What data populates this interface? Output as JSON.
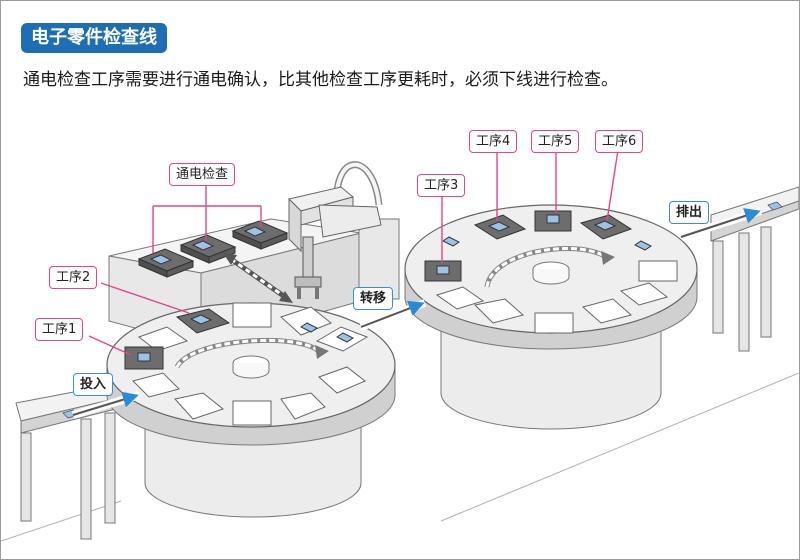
{
  "title": "电子零件检查线",
  "description": "通电检查工序需要进行通电确认，比其他检查工序更耗时，必须下线进行检查。",
  "labels": {
    "power_check": "通电检查",
    "process1": "工序1",
    "process2": "工序2",
    "process3": "工序3",
    "process4": "工序4",
    "process5": "工序5",
    "process6": "工序6",
    "input": "投入",
    "transfer": "转移",
    "output": "排出"
  },
  "colors": {
    "title_bg": "#1f6db3",
    "process_label_border": "#e0478c",
    "flow_label_border": "#3b8fd6",
    "arrow_blue": "#2a8ad6"
  }
}
